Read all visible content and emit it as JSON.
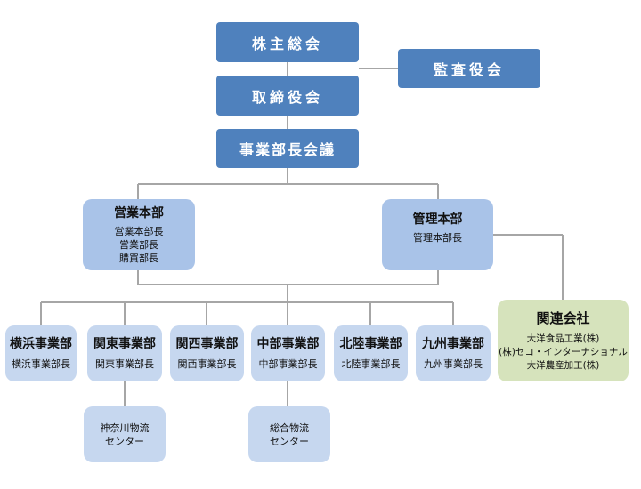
{
  "top": {
    "shareholders": "株主総会",
    "auditors": "監査役会",
    "board": "取締役会",
    "directors_meeting": "事業部長会議"
  },
  "divisions": {
    "sales": {
      "title": "営業本部",
      "lines": [
        "営業本部長",
        "営業部長",
        "購買部長"
      ]
    },
    "admin": {
      "title": "管理本部",
      "lines": [
        "管理本部長"
      ]
    }
  },
  "departments": [
    {
      "title": "横浜事業部",
      "head": "横浜事業部長"
    },
    {
      "title": "関東事業部",
      "head": "関東事業部長"
    },
    {
      "title": "関西事業部",
      "head": "関西事業部長"
    },
    {
      "title": "中部事業部",
      "head": "中部事業部長"
    },
    {
      "title": "北陸事業部",
      "head": "北陸事業部長"
    },
    {
      "title": "九州事業部",
      "head": "九州事業部長"
    }
  ],
  "affiliates": {
    "title": "関連会社",
    "companies": [
      "大洋食品工業(株)",
      "(株)セコ・インターナショナル",
      "大洋農産加工(株)"
    ]
  },
  "logistics": [
    {
      "line1": "神奈川物流",
      "line2": "センター"
    },
    {
      "line1": "総合物流",
      "line2": "センター"
    }
  ],
  "colors": {
    "top_box": "#4f81bd",
    "division_box": "#a9c3e8",
    "department_box": "#c6d7ef",
    "affiliate_box": "#d6e3bc",
    "connector": "#a6a6a6"
  }
}
